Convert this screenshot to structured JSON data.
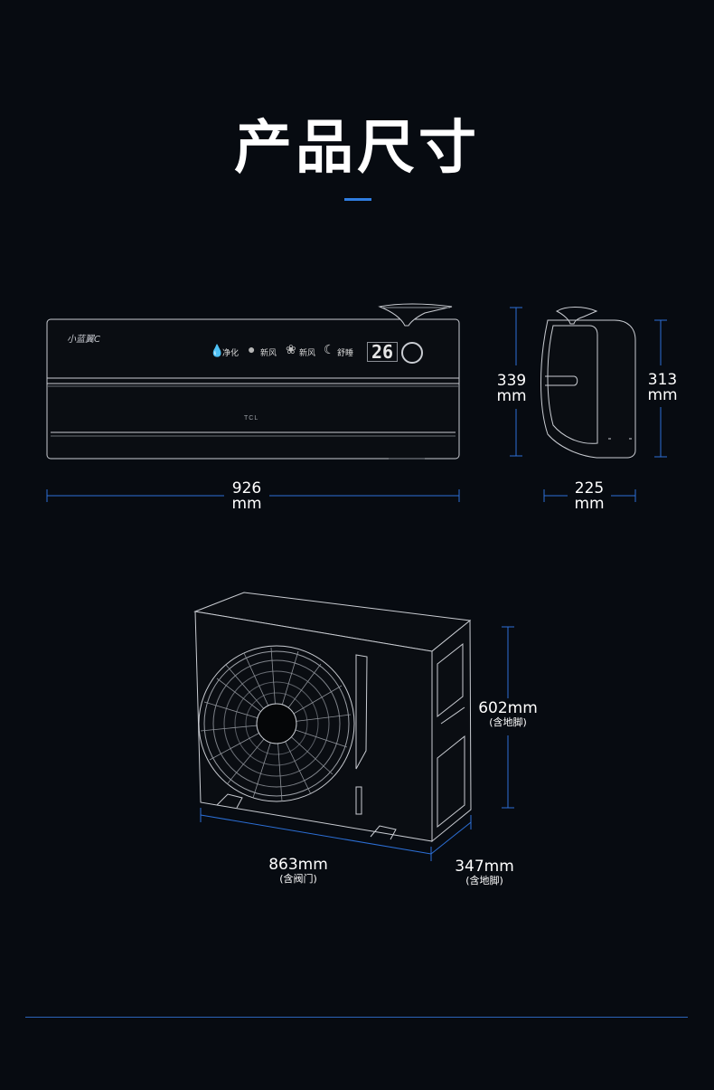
{
  "header": {
    "title": "产品尺寸"
  },
  "indoor_unit": {
    "brand_mark": "小蓝翼C",
    "logo": "TCL",
    "panel_icons": [
      {
        "icon": "drop-icon",
        "label": "净化"
      },
      {
        "icon": "leaf-dark-icon",
        "label": "新风"
      },
      {
        "icon": "leaf-icon",
        "label": "新风"
      },
      {
        "icon": "moon-icon",
        "label": "舒睡"
      }
    ],
    "display_value": "26",
    "width": {
      "value": "926",
      "unit": "mm"
    },
    "height_front": {
      "value": "339",
      "unit": "mm"
    },
    "height_body": {
      "value": "313",
      "unit": "mm"
    },
    "depth": {
      "value": "225",
      "unit": "mm"
    }
  },
  "outdoor_unit": {
    "height": {
      "value": "602mm",
      "note": "(含地脚)"
    },
    "width": {
      "value": "863mm",
      "note": "(含阀门)"
    },
    "depth": {
      "value": "347mm",
      "note": "(含地脚)"
    }
  },
  "colors": {
    "accent": "#2f7de0",
    "dim_line": "#2c6fd6",
    "background": "#070b11"
  }
}
